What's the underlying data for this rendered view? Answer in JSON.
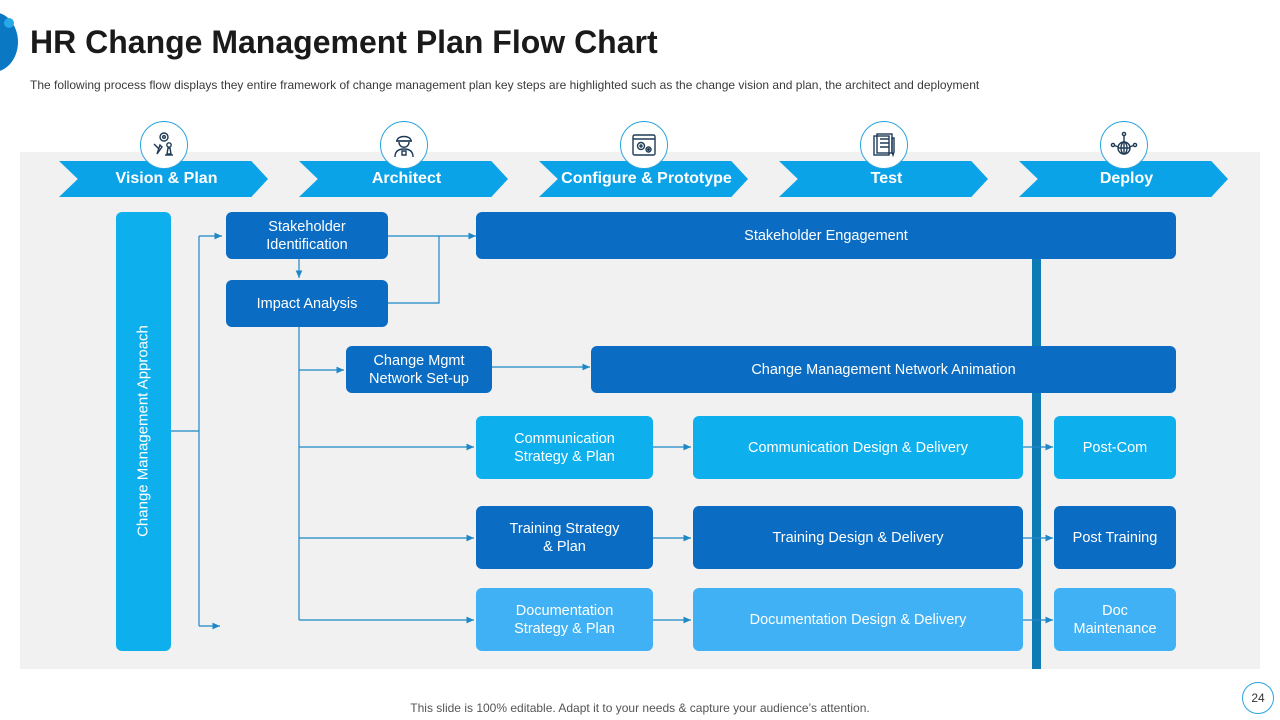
{
  "header": {
    "title": "HR Change Management Plan Flow Chart",
    "subtitle": "The following  process flow displays they entire framework  of change management  plan key steps are highlighted  such as the change vision  and plan,  the architect and deployment"
  },
  "phases": [
    {
      "label": "Vision & Plan",
      "icon": "strategy-chess-icon"
    },
    {
      "label": "Architect",
      "icon": "engineer-icon"
    },
    {
      "label": "Configure & Prototype",
      "icon": "settings-window-icon"
    },
    {
      "label": "Test",
      "icon": "checklist-icon"
    },
    {
      "label": "Deploy",
      "icon": "globe-network-icon"
    }
  ],
  "approach": {
    "label": "Change Management Approach"
  },
  "boxes": {
    "stakeholder_identification": "Stakeholder\nIdentification",
    "impact_analysis": "Impact Analysis",
    "stakeholder_engagement": "Stakeholder Engagement",
    "change_mgmt_network_setup": "Change Mgmt\nNetwork Set-up",
    "change_mgmt_network_animation": "Change Management Network Animation",
    "communication_strategy": "Communication\nStrategy & Plan",
    "communication_design": "Communication Design & Delivery",
    "post_com": "Post-Com",
    "training_strategy": "Training Strategy\n& Plan",
    "training_design": "Training Design & Delivery",
    "post_training": "Post Training",
    "documentation_strategy": "Documentation\nStrategy & Plan",
    "documentation_design": "Documentation Design & Delivery",
    "doc_maintenance": "Doc\nMaintenance"
  },
  "footer": {
    "text": "This slide is 100% editable. Adapt it to your needs & capture your audience’s attention."
  },
  "page_number": "24",
  "colors": {
    "dark_blue": "#0a6cc2",
    "light_blue": "#0db0ed",
    "lighter_blue": "#3fb1f4",
    "connector": "#1e88c7"
  }
}
